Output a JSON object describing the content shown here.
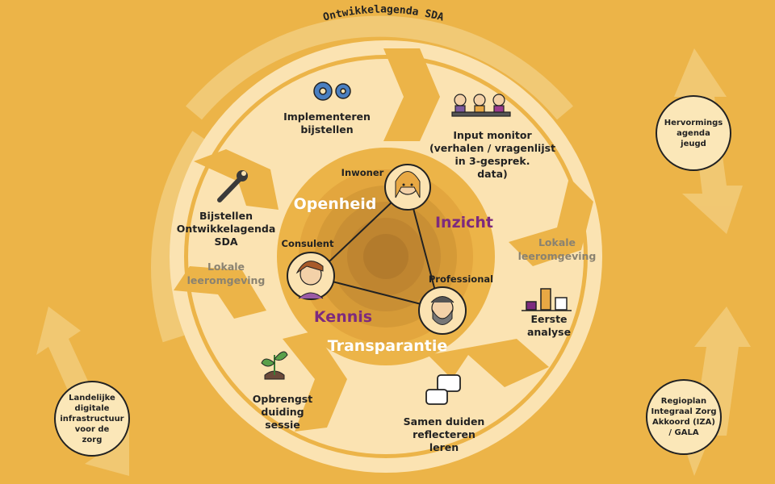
{
  "ring_title": "Ontwikkelagenda SDA",
  "segments": [
    {
      "id": "implementeren",
      "text": "Implementeren\nbijstellen",
      "icon": "gears-icon"
    },
    {
      "id": "input",
      "text": "Input monitor\n(verhalen / vragenlijst\nin 3-gesprek.\ndata)",
      "icon": "people-icon"
    },
    {
      "id": "analyse",
      "text": "Eerste\nanalyse",
      "icon": "bar-chart-icon"
    },
    {
      "id": "samen",
      "text": "Samen duiden\nreflecteren\nleren",
      "icon": "speech-bubbles-icon"
    },
    {
      "id": "opbrengst",
      "text": "Opbrengst\nduiding\nsessie",
      "icon": "sprout-icon"
    },
    {
      "id": "bijstellen",
      "text": "Bijstellen\nOntwikkelagenda\nSDA",
      "icon": "wrench-icon"
    }
  ],
  "learning_env_left": "Lokale\nleeromgeving",
  "learning_env_right": "Lokale\nleeromgeving",
  "values": {
    "openheid": "Openheid",
    "inzicht": "Inzicht",
    "kennis": "Kennis",
    "transparantie": "Transparantie"
  },
  "roles": {
    "inwoner": "Inwoner",
    "consulent": "Consulent",
    "professional": "Professional"
  },
  "badges": {
    "hervormings": "Hervormings\nagenda\njeugd",
    "landelijke": "Landelijke\ndigitale\ninfrastructuur\nvoor de\nzorg",
    "regioplan": "Regioplan\nIntegraal Zorg\nAkkoord (IZA)\n/ GALA"
  },
  "colors": {
    "background": "#ecb448",
    "cream": "#fbe3b2",
    "purple": "#7d2a7e",
    "ink": "#222222"
  }
}
